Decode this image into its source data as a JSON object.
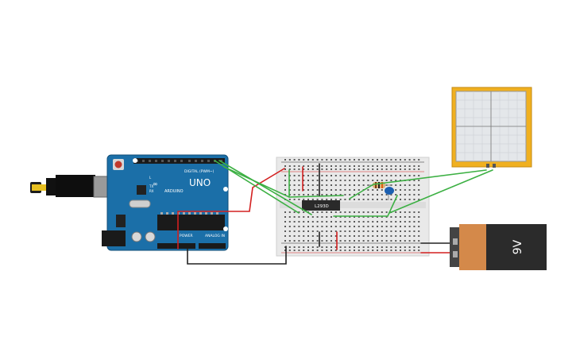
{
  "arduino": {
    "logo": "UNO",
    "brand": "ARDUINO",
    "digital_label": "DIGITAL (PWM~)",
    "power_label": "POWER",
    "analog_label": "ANALOG IN",
    "tx_label": "TX",
    "rx_label": "RX",
    "l_label": "L"
  },
  "chip": {
    "label": "L293D"
  },
  "battery": {
    "label": "9V",
    "color": "#d4894a",
    "body_color": "#2b2b2b"
  },
  "oscilloscope": {
    "frame_color": "#f0b020"
  },
  "colors": {
    "wire_green": "#3cb043",
    "wire_red": "#d32020",
    "wire_black": "#222222",
    "board_blue": "#1b6fa8",
    "breadboard": "#e9e9e9"
  }
}
